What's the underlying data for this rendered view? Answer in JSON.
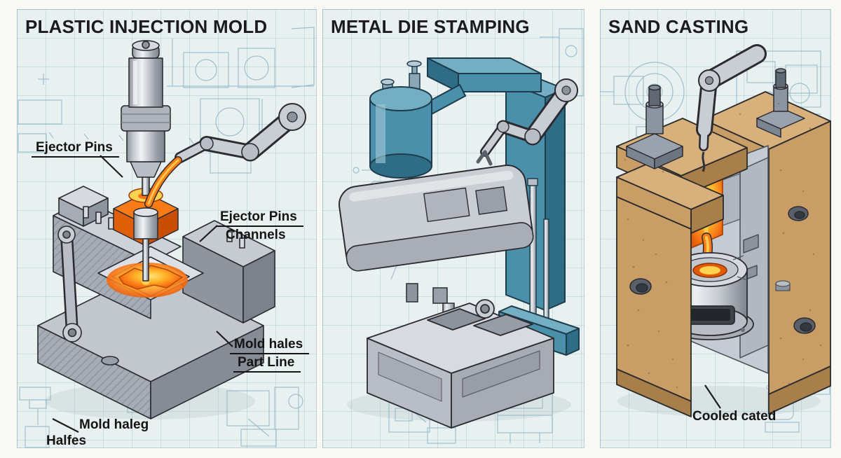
{
  "panel1": {
    "title": "PLASTIC INJECTION MOLD",
    "label_ejector_pins": "Ejector Pins",
    "label_channels_line1": "Ejector Pins",
    "label_channels_line2": "Channels",
    "label_partline_line1": "Mold hales",
    "label_partline_line2": "Part Line",
    "label_halves_line1": "Mold haleg",
    "label_halves_line2": "Halfes"
  },
  "panel2": {
    "title": "METAL DIE STAMPING"
  },
  "panel3": {
    "title": "SAND CASTING",
    "label_cooled": "Cooled cated"
  },
  "colors": {
    "page_background": "#f8f8f5",
    "panel_background": "#e9f0f0",
    "grid_line": "#8cb9c8",
    "blueprint_line": "#6fa3ba",
    "ink": "#161616",
    "steel_light": "#d6d9de",
    "steel_mid": "#b9bec6",
    "steel_dark": "#8f959e",
    "outline": "#2b2b31",
    "molten_hot": "#ffd24f",
    "molten_mid": "#f97c16",
    "molten_deep": "#e05a05",
    "press_teal_light": "#74aec3",
    "press_teal": "#4a90ab",
    "press_teal_dark": "#2f6d86",
    "sand_light": "#d8b07c",
    "sand_mid": "#c99d66",
    "sand_dark": "#a87e4a"
  }
}
